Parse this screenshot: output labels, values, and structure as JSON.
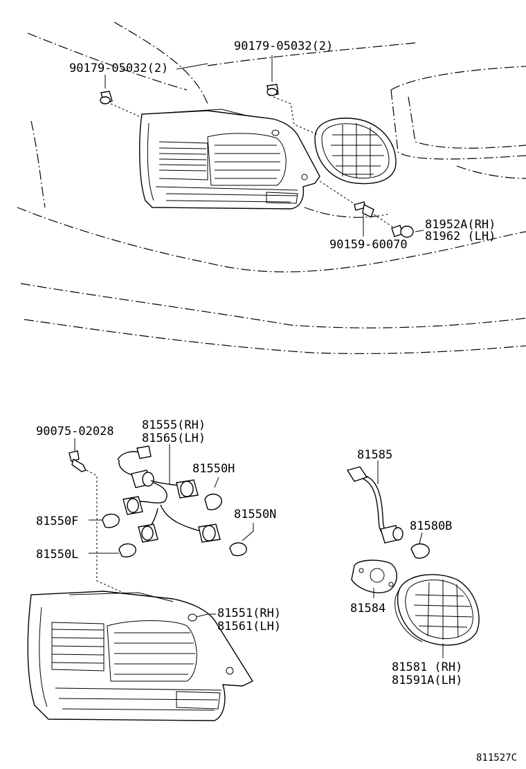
{
  "labels": {
    "clip_upper_left": "90179-05032(2)",
    "clip_upper_right": "90179-05032(2)",
    "screw_upper": "90159-60070",
    "bulb_upper_rh": "81952A(RH)",
    "bulb_upper_lh": "81962  (LH)",
    "screw_lower": "90075-02028",
    "socket_wire_rh": "81555(RH)",
    "socket_wire_lh": "81565(LH)",
    "bulb_h": "81550H",
    "bulb_f": "81550F",
    "bulb_n": "81550N",
    "bulb_l": "81550L",
    "lamp_rh": "81551(RH)",
    "lamp_lh": "81561(LH)",
    "side_wire": "81585",
    "side_bulb": "81580B",
    "side_gasket": "81584",
    "side_lamp_rh": "81581 (RH)",
    "side_lamp_lh": "81591A(LH)",
    "diagram_code": "811527C"
  }
}
